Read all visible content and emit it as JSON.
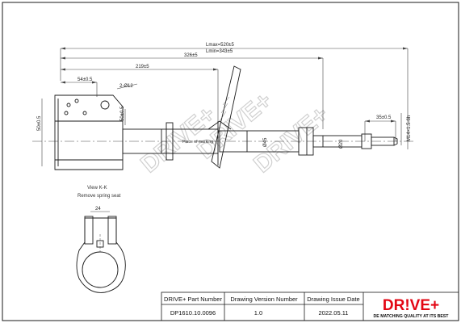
{
  "dimensions": {
    "lmax": "Lmax=520±5",
    "lmin": "Lmin=343±5",
    "d326": "326±5",
    "d219": "219±5",
    "d54": "54±0.5",
    "dhole": "2-Ø12",
    "dbracket": "50±0.5",
    "dbracket_left": "50±0.5",
    "d35": "35±0.5",
    "dthread": "M14×1.5-6h",
    "dtube": "Ø45",
    "drod": "Ø20",
    "ddepth": "24",
    "place_marking": "Place of marking"
  },
  "view": {
    "title": "View K-K",
    "subtitle": "Remove spring seat"
  },
  "title_block": {
    "part_number_label": "DRIVE+ Part Number",
    "part_number_value": "DP1610.10.0096",
    "version_label": "Drawing Version  Number",
    "version_value": "1.0",
    "issue_date_label": "Drawing Issue Date",
    "issue_date_value": "2022.05.11"
  },
  "logo": {
    "brand": "DR!VE+",
    "tagline": "DE MATCHING QUALITY AT ITS BEST"
  },
  "watermark": "DRIVE+",
  "colors": {
    "line": "#1a1a1a",
    "dim_line": "#444444",
    "watermark": "#d0d0d0",
    "brand_red": "#e30613"
  }
}
